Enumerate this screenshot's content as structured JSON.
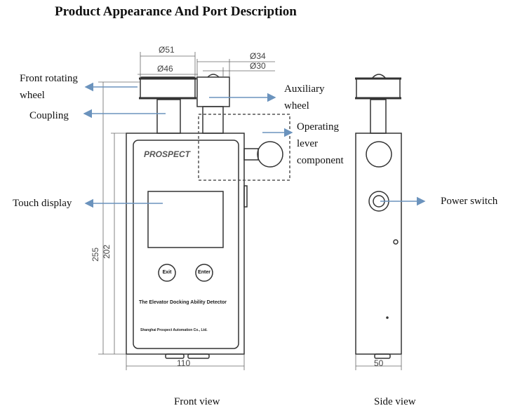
{
  "title": "Product Appearance And Port Description",
  "labels": {
    "front_rotating_wheel_1": "Front rotating",
    "front_rotating_wheel_2": "wheel",
    "coupling": "Coupling",
    "auxiliary_wheel_1": "Auxiliary",
    "auxiliary_wheel_2": "wheel",
    "operating_lever_1": "Operating",
    "operating_lever_2": "lever",
    "operating_lever_3": "component",
    "touch_display": "Touch display",
    "power_switch": "Power switch"
  },
  "dimensions": {
    "d51": "Ø51",
    "d46": "Ø46",
    "d34": "Ø34",
    "d30": "Ø30",
    "h255": "255",
    "h202": "202",
    "w110": "110",
    "w50": "50"
  },
  "device": {
    "brand": "PROSPECT",
    "exit": "Exit",
    "enter": "Enter",
    "name": "The Elevator Docking Ability Detector",
    "maker": "Shanghai Prospect Automation Co., Ltd."
  },
  "views": {
    "front": "Front view",
    "side": "Side view"
  },
  "colors": {
    "arrow": "#6b93bd",
    "line": "#333333"
  }
}
